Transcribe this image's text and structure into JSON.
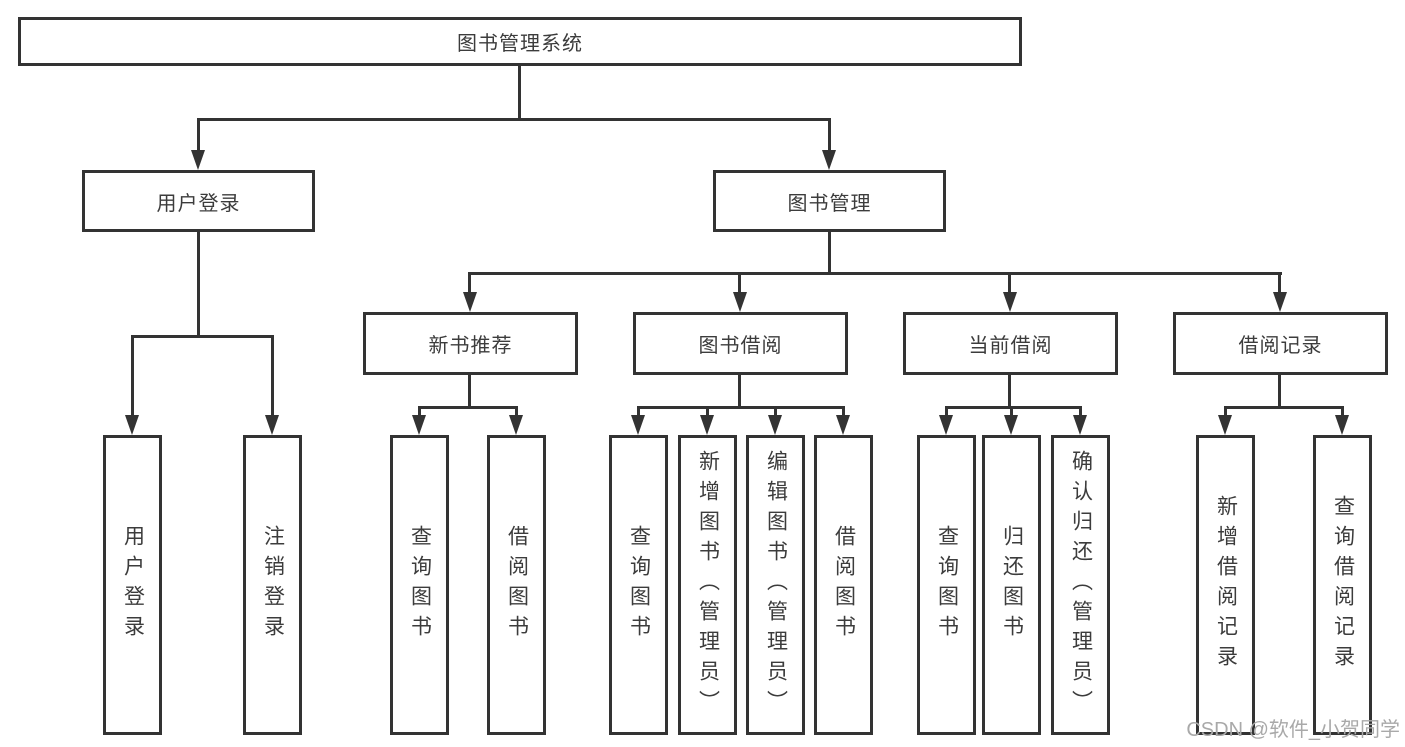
{
  "tree": {
    "root": {
      "label": "图书管理系统",
      "children": [
        {
          "label": "用户登录",
          "children": [
            {
              "label": "用户登录"
            },
            {
              "label": "注销登录"
            }
          ]
        },
        {
          "label": "图书管理",
          "children": [
            {
              "label": "新书推荐",
              "children": [
                {
                  "label": "查询图书"
                },
                {
                  "label": "借阅图书"
                }
              ]
            },
            {
              "label": "图书借阅",
              "children": [
                {
                  "label": "查询图书"
                },
                {
                  "label": "新增图书（管理员）"
                },
                {
                  "label": "编辑图书（管理员）"
                },
                {
                  "label": "借阅图书"
                }
              ]
            },
            {
              "label": "当前借阅",
              "children": [
                {
                  "label": "查询图书"
                },
                {
                  "label": "归还图书"
                },
                {
                  "label": "确认归还（管理员）"
                }
              ]
            },
            {
              "label": "借阅记录",
              "children": [
                {
                  "label": "新增借阅记录"
                },
                {
                  "label": "查询借阅记录"
                }
              ]
            }
          ]
        }
      ]
    }
  },
  "watermark": {
    "text": "CSDN @软件_小贺同学"
  },
  "colors": {
    "line": "#333333",
    "text": "#3c3c3c",
    "watermark": "#a9a9a9",
    "background": "#ffffff"
  }
}
